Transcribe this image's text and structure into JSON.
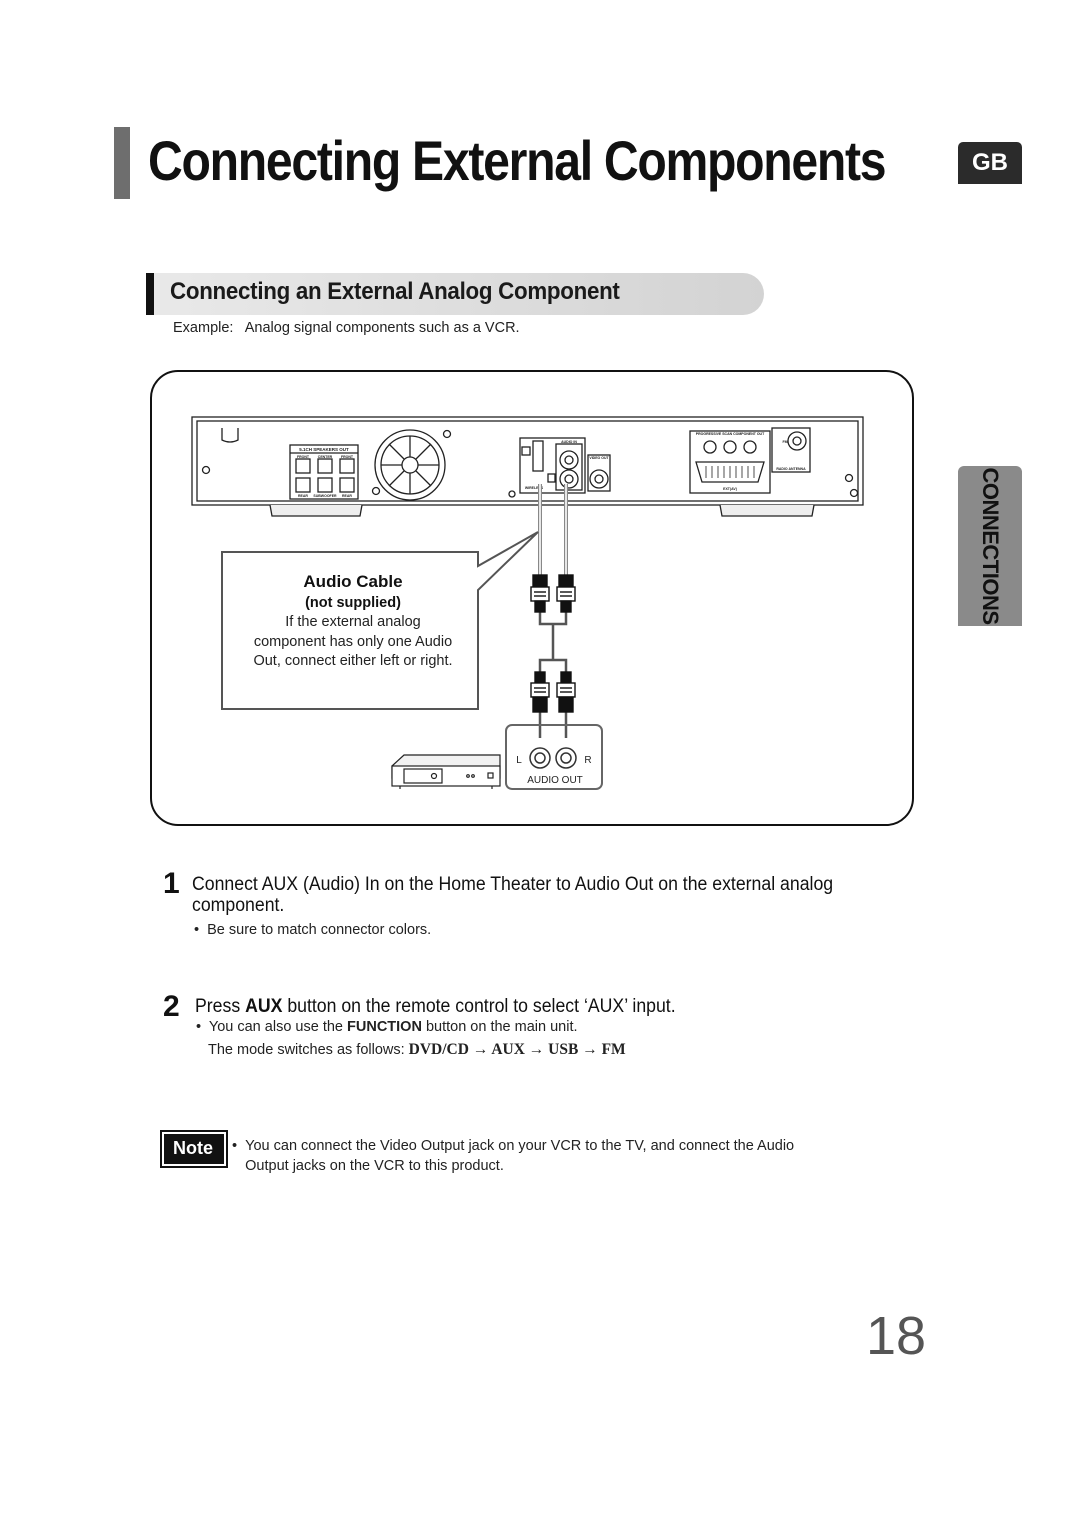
{
  "header": {
    "title": "Connecting External Components",
    "lang_badge": "GB"
  },
  "side_tab": {
    "label": "CONNECTIONS"
  },
  "section": {
    "title": "Connecting an External Analog Component",
    "example": "Example:   Analog signal components such as a VCR."
  },
  "diagram": {
    "panel_labels": {
      "speakers_out": "5.1CH SPEAKERS OUT",
      "front_l": "FRONT",
      "center": "CENTER",
      "front_r": "FRONT",
      "rear_l": "REAR",
      "subwoofer": "SUBWOOFER",
      "rear_r": "REAR",
      "audio_in": "AUDIO IN",
      "video_out": "VIDEO OUT",
      "wireless": "WIRELESS",
      "component_out": "PROGRESSIVE SCAN COMPONENT OUT",
      "fm": "FM",
      "radio_antenna": "RADIO ANTENNA",
      "euroav": "EXT(AV)"
    },
    "callout": {
      "title": "Audio Cable",
      "subtitle": "(not supplied)",
      "body": "If the external analog component has only one Audio Out, connect either left or right."
    },
    "audio_out": {
      "left": "L",
      "right": "R",
      "label": "AUDIO OUT"
    }
  },
  "steps": [
    {
      "number": "1",
      "text": "Connect AUX (Audio) In on the Home Theater to Audio Out on the external analog component.",
      "bullets": [
        "Be sure to match connector colors."
      ]
    },
    {
      "number": "2",
      "text_pre": "Press ",
      "text_bold": "AUX",
      "text_post": " button on the remote control to select ‘AUX’ input.",
      "bullet_pre": "You can also use the ",
      "bullet_bold": "FUNCTION",
      "bullet_post": " button on the main unit.",
      "mode_pre": "The mode switches as follows: ",
      "mode_sequence": "DVD/CD → AUX → USB → FM"
    }
  ],
  "note": {
    "label": "Note",
    "text": "You can connect the Video Output jack on your VCR to the TV, and connect the Audio Output jacks on the VCR to this product."
  },
  "page_number": "18"
}
